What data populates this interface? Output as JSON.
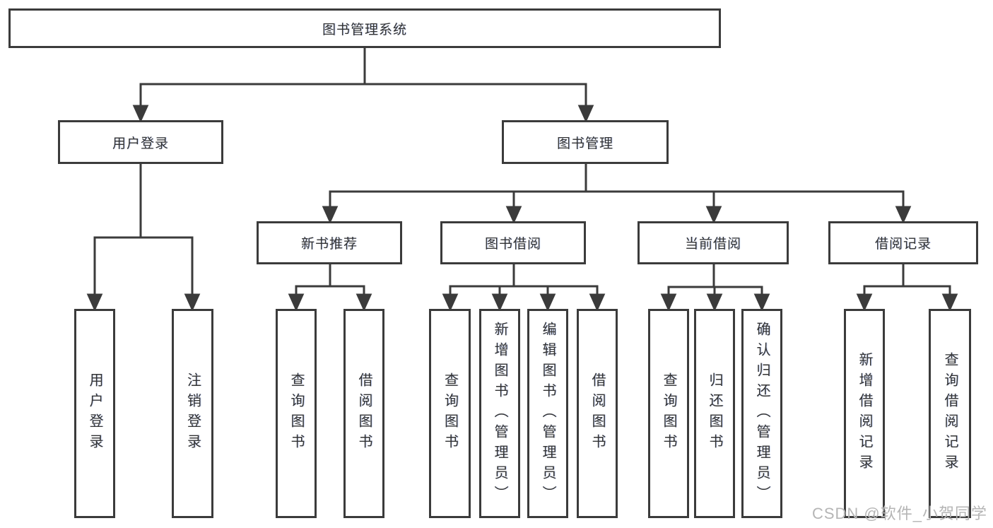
{
  "tree": {
    "root": {
      "label": "图书管理系统",
      "children": [
        {
          "label": "用户登录",
          "children": [
            {
              "label": "用户登录"
            },
            {
              "label": "注销登录"
            }
          ]
        },
        {
          "label": "图书管理",
          "children": [
            {
              "label": "新书推荐",
              "children": [
                {
                  "label": "查询图书"
                },
                {
                  "label": "借阅图书"
                }
              ]
            },
            {
              "label": "图书借阅",
              "children": [
                {
                  "label": "查询图书"
                },
                {
                  "label": "新增图书（管理员）"
                },
                {
                  "label": "编辑图书（管理员）"
                },
                {
                  "label": "借阅图书"
                }
              ]
            },
            {
              "label": "当前借阅",
              "children": [
                {
                  "label": "查询图书"
                },
                {
                  "label": "归还图书"
                },
                {
                  "label": "确认归还（管理员）"
                }
              ]
            },
            {
              "label": "借阅记录",
              "children": [
                {
                  "label": "新增借阅记录"
                },
                {
                  "label": "查询借阅记录"
                }
              ]
            }
          ]
        }
      ]
    }
  },
  "watermark": {
    "text": "CSDN @软件_小贺同学"
  },
  "colors": {
    "line": "#3b3b3b",
    "box_border": "#3b3b3b",
    "text": "#333333",
    "background": "#ffffff",
    "watermark": "#b5b5b5"
  }
}
